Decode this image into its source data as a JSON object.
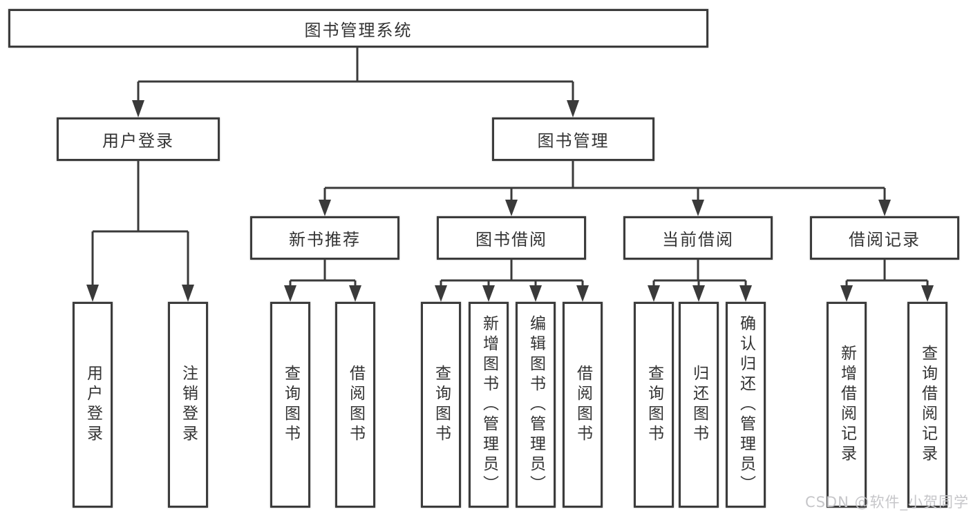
{
  "tree": {
    "label": "图书管理系统",
    "children": [
      {
        "label": "用户登录",
        "children": [
          {
            "label": "用户登录"
          },
          {
            "label": "注销登录"
          }
        ]
      },
      {
        "label": "图书管理",
        "children": [
          {
            "label": "新书推荐",
            "children": [
              {
                "label": "查询图书"
              },
              {
                "label": "借阅图书"
              }
            ]
          },
          {
            "label": "图书借阅",
            "children": [
              {
                "label": "查询图书"
              },
              {
                "label": "新增图书（管理员）"
              },
              {
                "label": "编辑图书（管理员）"
              },
              {
                "label": "借阅图书"
              }
            ]
          },
          {
            "label": "当前借阅",
            "children": [
              {
                "label": "查询图书"
              },
              {
                "label": "归还图书"
              },
              {
                "label": "确认归还（管理员）"
              }
            ]
          },
          {
            "label": "借阅记录",
            "children": [
              {
                "label": "新增借阅记录"
              },
              {
                "label": "查询借阅记录"
              }
            ]
          }
        ]
      }
    ]
  },
  "watermark": {
    "text": "CSDN @软件_小贺同学",
    "color": "#c6c6c9"
  },
  "colors": {
    "line": "#3a3a3a",
    "box_border": "#3c3c3c",
    "box_fill": "#ffffff",
    "text": "#333333",
    "background": "#ffffff"
  }
}
